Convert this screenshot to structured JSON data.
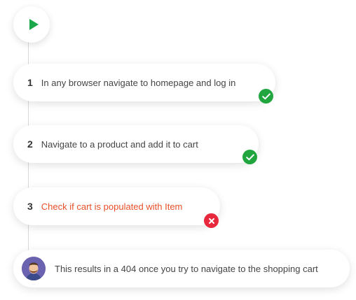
{
  "steps": [
    {
      "number": "1",
      "text": "In any browser navigate to homepage and log in",
      "status": "passed",
      "status_icon": "check-icon"
    },
    {
      "number": "2",
      "text": "Navigate to a product and add it to cart",
      "status": "passed",
      "status_icon": "check-icon"
    },
    {
      "number": "3",
      "text": "Check if cart is populated with Item",
      "status": "failed",
      "status_icon": "x-icon"
    }
  ],
  "comment": {
    "avatar_icon": "user-avatar",
    "text": "This results in a 404 once you try to navigate to the shopping cart"
  },
  "colors": {
    "play": "#1aa84a",
    "pass": "#21a63f",
    "fail": "#e8283c",
    "fail_text": "#e8502a",
    "avatar_bg": "#6b62b0"
  },
  "icons": {
    "play": "play-icon"
  }
}
